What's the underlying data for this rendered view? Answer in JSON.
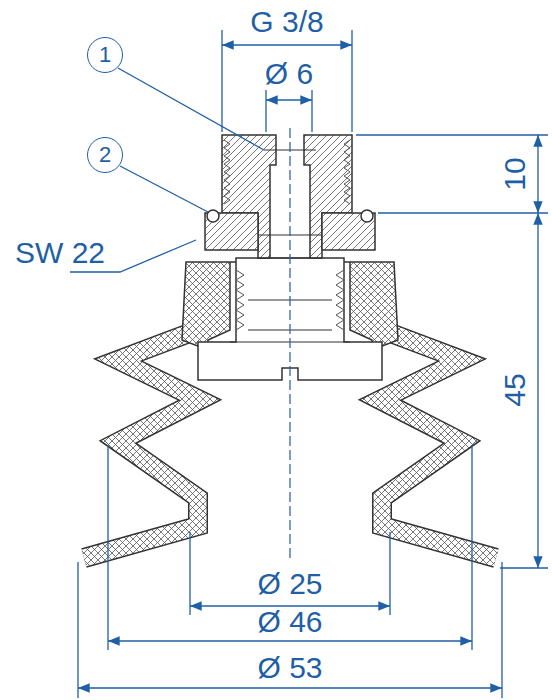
{
  "diagram": {
    "nodes": [
      {
        "text": [
          "1"
        ]
      },
      {
        "text": [
          "2"
        ]
      }
    ],
    "labels": [
      "G 3/8",
      "Ø 6",
      "SW 22",
      "10",
      "45",
      "Ø 25",
      "Ø 46",
      "Ø 53"
    ]
  }
}
